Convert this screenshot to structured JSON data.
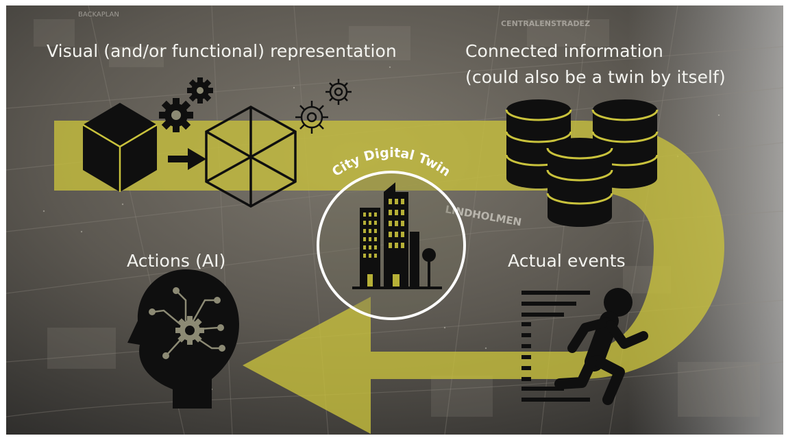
{
  "labels": {
    "visual": "Visual (and/or functional) representation",
    "connected_line1": "Connected information",
    "connected_line2": "(could also be a twin by itself)",
    "actions": "Actions (AI)",
    "events": "Actual events"
  },
  "center": {
    "title": "City Digital Twin"
  },
  "map_labels": {
    "district1": "LINDHOLMEN",
    "district2": "CENTRALENSTRADEZ",
    "district3": "BACKAPLAN"
  },
  "colors": {
    "loop": "#c9c23c",
    "text": "#f3f3ef",
    "icon": "#0f0f0f",
    "icon_line": "#c9c23c",
    "ring": "#ffffff"
  },
  "icons": [
    "cube-icon",
    "gears-icon",
    "wireframe-cube-icon",
    "database-icon",
    "building-icon",
    "ai-head-icon",
    "running-person-icon"
  ]
}
